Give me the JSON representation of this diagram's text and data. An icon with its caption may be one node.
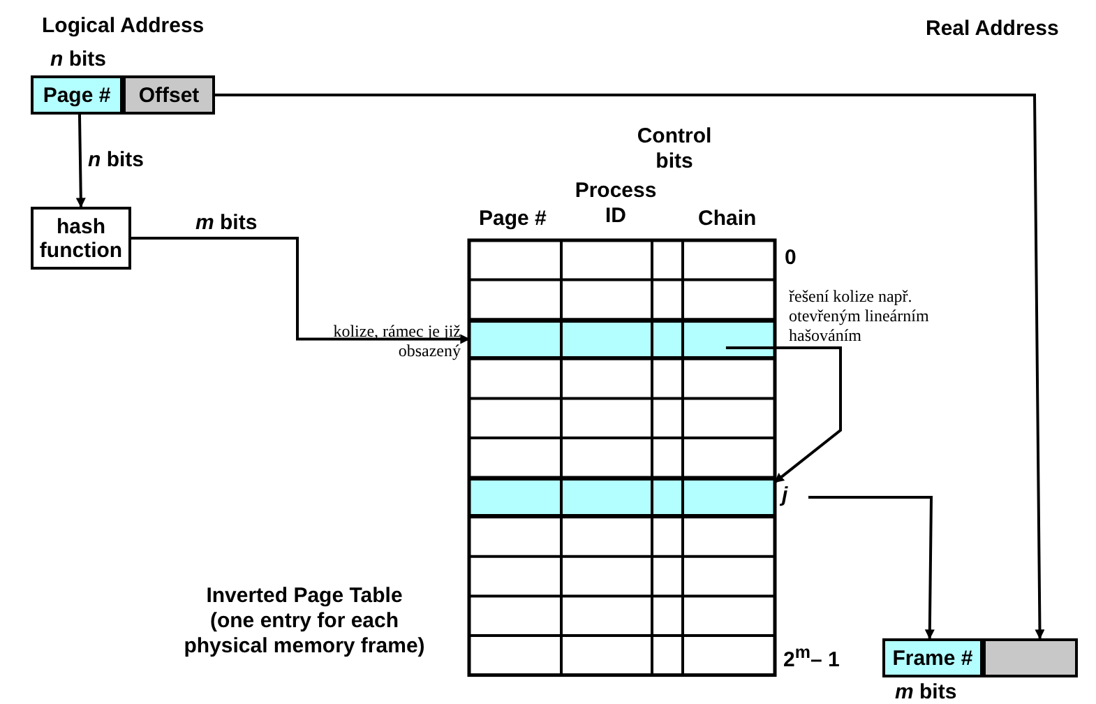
{
  "diagram": {
    "nodes": [
      {
        "text": [
          "Page #"
        ]
      },
      {
        "text": [
          "Offset"
        ]
      },
      {
        "text": [
          "hash function"
        ]
      },
      {
        "text": [],
        "shape": "bar"
      },
      {
        "text": [],
        "shape": "bar",
        "beside": [
          "j"
        ]
      },
      {
        "text": [
          "Frame #"
        ]
      },
      {
        "text": [],
        "shape": "box"
      }
    ],
    "edges": [
      {
        "from": 0,
        "to": 2,
        "arrow": "to",
        "label": "*n* bits"
      },
      {
        "from": 2,
        "to": 3,
        "arrow": "to",
        "label": "*m* bits"
      },
      {
        "from": 3,
        "to": 4,
        "arrow": "to"
      },
      {
        "from": 4,
        "to": 5,
        "arrow": "to"
      },
      {
        "from": 1,
        "to": 6,
        "arrow": "to"
      }
    ],
    "labels": [
      "Logical Address",
      "Real Address",
      "*n* bits",
      "Control bits",
      "Process ID",
      "Page #",
      "Chain",
      "0",
      "kolize, rámec je již obsazený",
      "řešení kolize např. otevřeným lineárním hašováním",
      "Inverted Page Table (one entry for each physical memory frame)",
      "2$^{m}$– 1",
      "*m* bits"
    ]
  }
}
